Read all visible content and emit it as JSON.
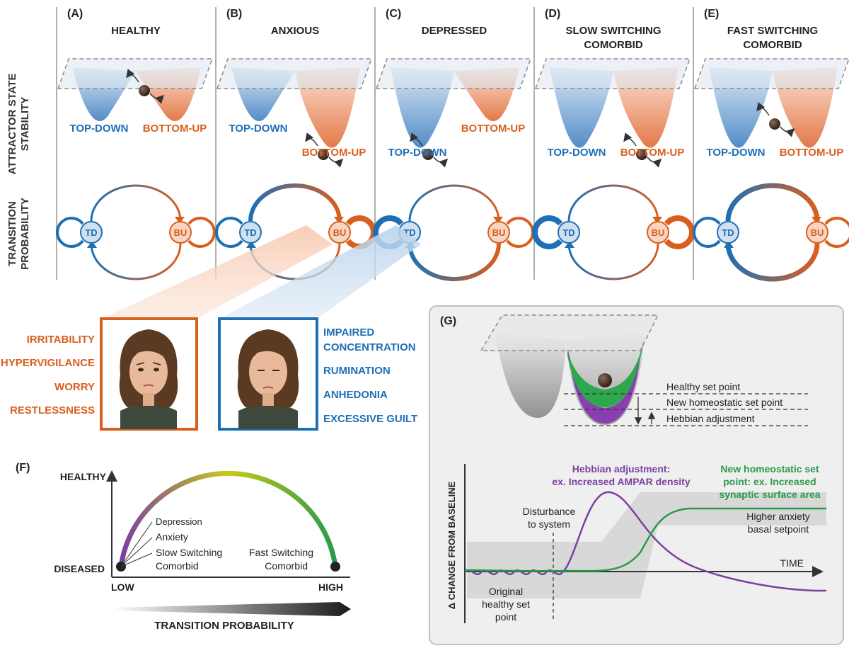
{
  "colors": {
    "td_blue": "#1f6fb4",
    "bu_orange": "#d95f1e",
    "hebbian_purple": "#7b3fa0",
    "homeostatic_green": "#2a9a48",
    "grey_panel": "#efefef",
    "axis": "#333333"
  },
  "row_labels": {
    "attractor": [
      "ATTRACTOR STATE",
      "STABILITY"
    ],
    "transition": [
      "TRANSITION",
      "PROBABILITY"
    ]
  },
  "panels": [
    {
      "letter": "(A)",
      "title": [
        "HEALTHY"
      ],
      "td_label": "TOP-DOWN",
      "bu_label": "BOTTOM-UP",
      "td": "TD",
      "bu": "BU"
    },
    {
      "letter": "(B)",
      "title": [
        "ANXIOUS"
      ],
      "td_label": "TOP-DOWN",
      "bu_label": "BOTTOM-UP",
      "td": "TD",
      "bu": "BU"
    },
    {
      "letter": "(C)",
      "title": [
        "DEPRESSED"
      ],
      "td_label": "TOP-DOWN",
      "bu_label": "BOTTOM-UP",
      "td": "TD",
      "bu": "BU"
    },
    {
      "letter": "(D)",
      "title": [
        "SLOW SWITCHING",
        "COMORBID"
      ],
      "td_label": "TOP-DOWN",
      "bu_label": "BOTTOM-UP",
      "td": "TD",
      "bu": "BU"
    },
    {
      "letter": "(E)",
      "title": [
        "FAST SWITCHING",
        "COMORBID"
      ],
      "td_label": "TOP-DOWN",
      "bu_label": "BOTTOM-UP",
      "td": "TD",
      "bu": "BU"
    }
  ],
  "symptoms": {
    "anxious": [
      "IRRITABILITY",
      "HYPERVIGILANCE",
      "WORRY",
      "RESTLESSNESS"
    ],
    "depressed": [
      "IMPAIRED",
      "CONCENTRATION",
      "RUMINATION",
      "ANHEDONIA",
      "EXCESSIVE GUILT"
    ]
  },
  "panel_f": {
    "letter": "(F)",
    "y_top": "HEALTHY",
    "y_bottom": "DISEASED",
    "x_low": "LOW",
    "x_high": "HIGH",
    "x_axis": "TRANSITION PROBABILITY",
    "labels": [
      "Depression",
      "Anxiety",
      "Slow Switching",
      "Comorbid",
      "Fast Switching",
      "Comorbid"
    ]
  },
  "panel_g": {
    "letter": "(G)",
    "set_points": [
      "Healthy set point",
      "New homeostatic set point",
      "Hebbian adjustment"
    ],
    "y_axis": "Δ CHANGE FROM BASELINE",
    "x_axis": "TIME",
    "hebbian": [
      "Hebbian adjustment:",
      "ex. Increased AMPAR density"
    ],
    "homeostatic": [
      "New homeostatic set",
      "point: ex. Increased",
      "synaptic surface area"
    ],
    "disturbance": [
      "Disturbance",
      "to system"
    ],
    "higher": [
      "Higher anxiety",
      "basal setpoint"
    ],
    "original": [
      "Original",
      "healthy set",
      "point"
    ]
  }
}
